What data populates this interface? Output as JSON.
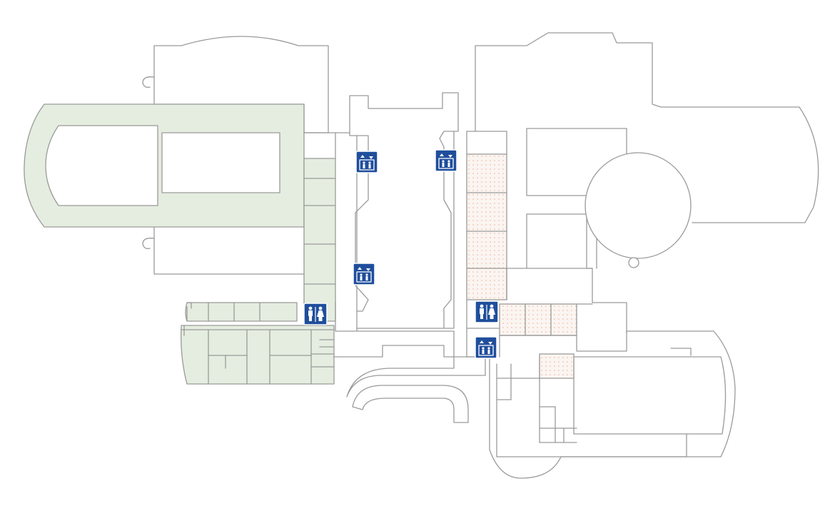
{
  "colors": {
    "wall": "#9a9a9a",
    "background": "#ffffff",
    "green_zone": "#e4eddf",
    "dotted_zone_base": "#fbf5f1",
    "dotted_zone_dot": "#efb29c",
    "icon_background": "#1f4e9c",
    "icon_glyph": "#ffffff"
  },
  "icons": [
    {
      "kind": "elevator",
      "icon": "elevator-icon"
    },
    {
      "kind": "elevator",
      "icon": "elevator-icon"
    },
    {
      "kind": "elevator",
      "icon": "elevator-icon"
    },
    {
      "kind": "restroom",
      "icon": "restroom-icon"
    },
    {
      "kind": "restroom",
      "icon": "restroom-icon"
    },
    {
      "kind": "elevator",
      "icon": "elevator-icon"
    }
  ]
}
